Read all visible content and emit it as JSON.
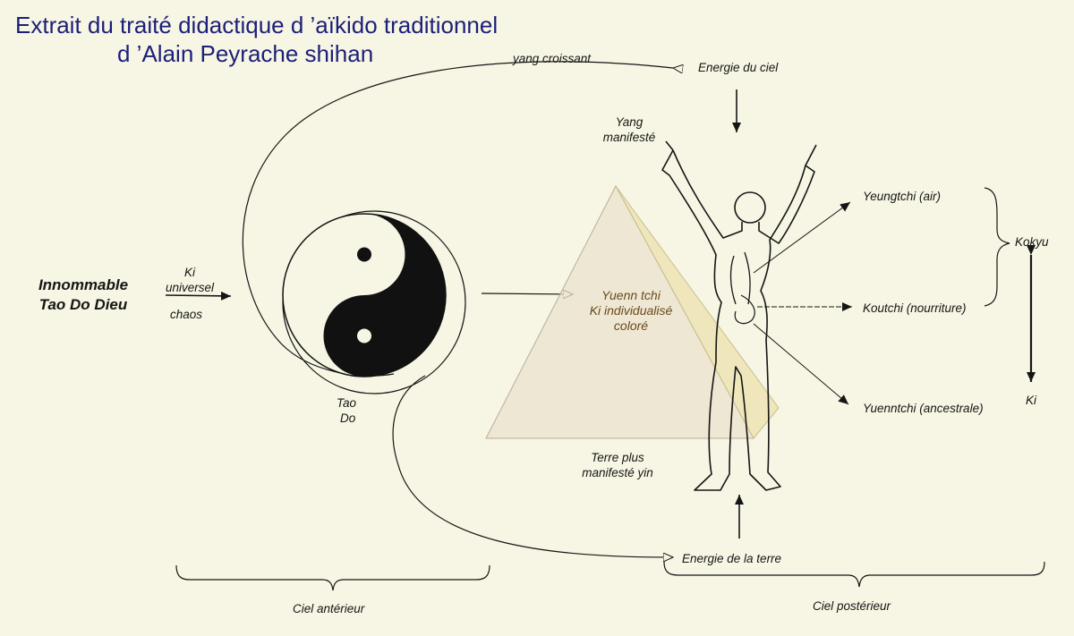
{
  "title": {
    "line1": "Extrait du traité didactique d ’aïkido traditionnel",
    "line2": "d ’Alain Peyrache shihan"
  },
  "labels": {
    "innommable_1": "Innommable",
    "innommable_2": "Tao Do Dieu",
    "ki_universel_1": "Ki",
    "ki_universel_2": "universel",
    "chaos": "chaos",
    "tao": "Tao",
    "do": "Do",
    "yang_croissant": "yang croissant",
    "energie_ciel": "Energie du ciel",
    "yang_manifeste_1": "Yang",
    "yang_manifeste_2": "manifesté",
    "yuenn_tchi_1": "Yuenn tchi",
    "yuenn_tchi_2": "Ki individualisé",
    "yuenn_tchi_3": "coloré",
    "terre_1": "Terre plus",
    "terre_2": "manifesté yin",
    "energie_terre": "Energie de la terre",
    "yeungtchi": "Yeungtchi (air)",
    "koutchi": "Koutchi (nourriture)",
    "yuenntchi": "Yuenntchi (ancestrale)",
    "kokyu": "Kokyu",
    "ki": "Ki",
    "ciel_anterieur": "Ciel antérieur",
    "ciel_posterieur": "Ciel postérieur"
  },
  "colors": {
    "title": "#1b1f78",
    "background": "#f7f6e4",
    "ink": "#151515",
    "pyramid_front": "#e9e1cf",
    "pyramid_side": "#ece2b2"
  }
}
